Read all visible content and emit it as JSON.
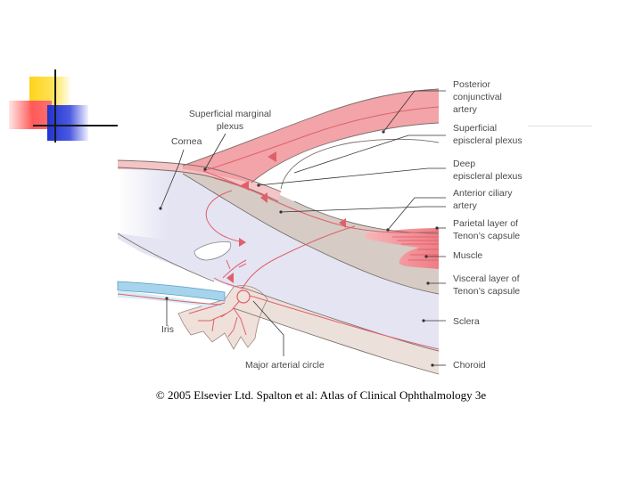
{
  "diagram": {
    "labels": {
      "superficial_marginal_plexus": [
        "Superficial marginal",
        "plexus"
      ],
      "cornea": "Cornea",
      "iris": "Iris",
      "major_arterial_circle": "Major arterial circle",
      "posterior_conjunctival_artery": [
        "Posterior",
        "conjunctival",
        "artery"
      ],
      "superficial_episcleral_plexus": [
        "Superficial",
        "episcleral plexus"
      ],
      "deep_episcleral_plexus": [
        "Deep",
        "episcleral plexus"
      ],
      "anterior_ciliary_artery": [
        "Anterior ciliary",
        "artery"
      ],
      "parietal_layer": [
        "Parietal layer of",
        "Tenon’s capsule"
      ],
      "muscle": "Muscle",
      "visceral_layer": [
        "Visceral layer of",
        "Tenon’s capsule"
      ],
      "sclera": "Sclera",
      "choroid": "Choroid"
    },
    "colors": {
      "artery": "#f08a90",
      "vessel_line": "#e0606a",
      "sclera_fill": "#e4e4f3",
      "tenon_fill": "#d8ccc6",
      "choroid_fill": "#ece0da",
      "iris_fill": "#f0e2dc",
      "cornea_blue": "#a6d4ec",
      "leader_line": "#333333"
    }
  },
  "caption": "© 2005 Elsevier Ltd. Spalton et al: Atlas of Clinical Ophthalmology 3e"
}
